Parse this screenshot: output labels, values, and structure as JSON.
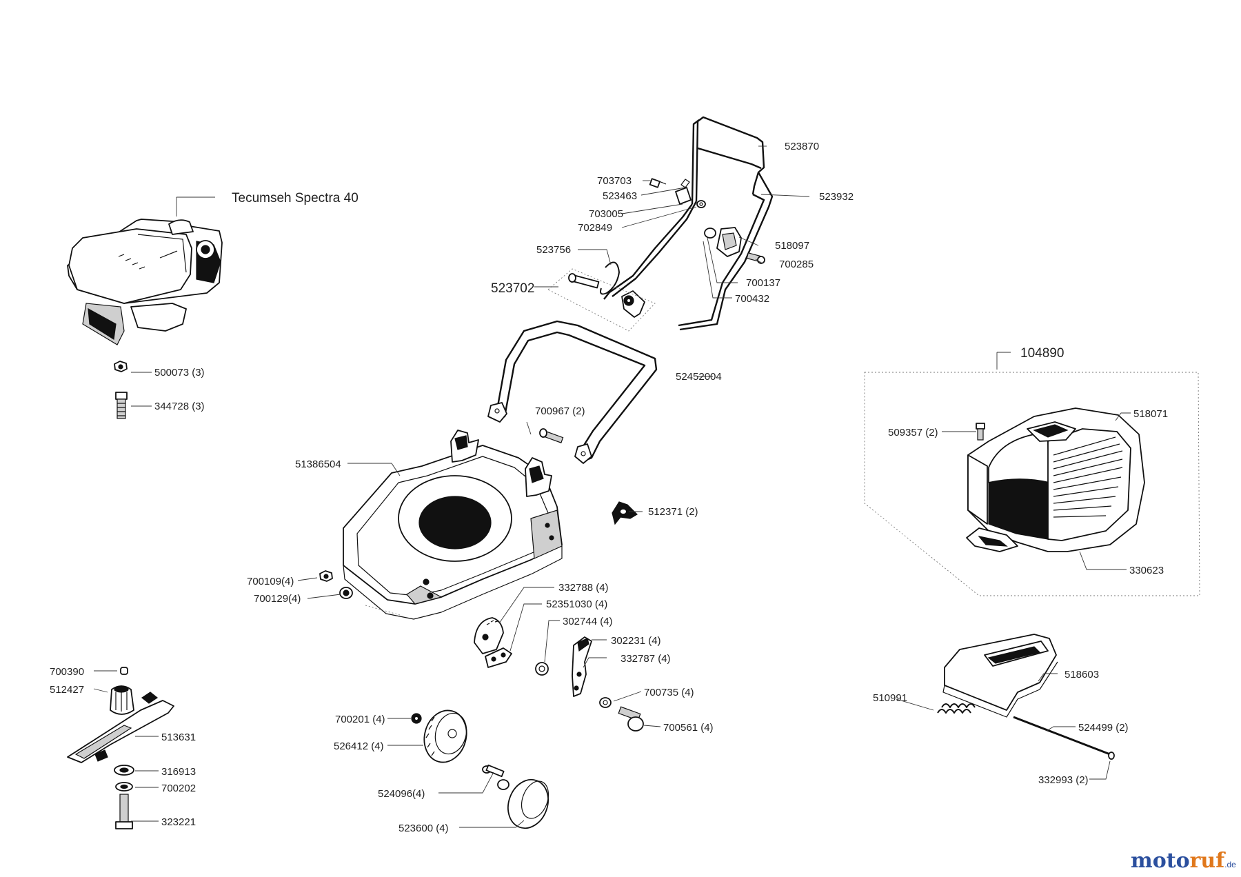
{
  "diagram": {
    "engine_label": "Tecumseh Spectra 40",
    "kit_label": "523702",
    "grassbox_kit_label": "104890",
    "parts": {
      "p523870": "523870",
      "p703703": "703703",
      "p523463": "523463",
      "p523932": "523932",
      "p703005": "703005",
      "p702849": "702849",
      "p518097": "518097",
      "p523756": "523756",
      "p700285": "700285",
      "p700137": "700137",
      "p700432": "700432",
      "p500073": "500073 (3)",
      "p344728": "344728 (3)",
      "p52452004": "52452004",
      "p700967": "700967 (2)",
      "p51386504": "51386504",
      "p512371": "512371 (2)",
      "p700109": "700109(4)",
      "p700129": "700129(4)",
      "p332788": "332788 (4)",
      "p52351030": "52351030 (4)",
      "p302744": "302744 (4)",
      "p302231": "302231 (4)",
      "p332787": "332787 (4)",
      "p700735": "700735 (4)",
      "p700561": "700561 (4)",
      "p700201": "700201 (4)",
      "p526412": "526412 (4)",
      "p524096": "524096(4)",
      "p523600": "523600 (4)",
      "p700390": "700390",
      "p512427": "512427",
      "p513631": "513631",
      "p316913": "316913",
      "p700202": "700202",
      "p323221": "323221",
      "p518071": "518071",
      "p509357": "509357 (2)",
      "p330623": "330623",
      "p518603": "518603",
      "p510991": "510991",
      "p524499": "524499 (2)",
      "p332993": "332993 (2)"
    }
  },
  "watermark": {
    "brand_a": "moto",
    "brand_b": "ruf",
    "brand_c": ".de"
  }
}
